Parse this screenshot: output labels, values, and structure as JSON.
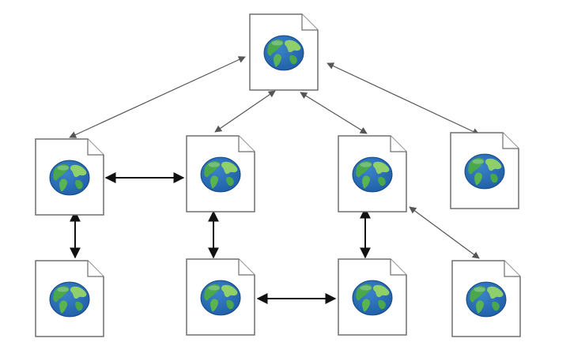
{
  "icons": {
    "page": "web-page-document-icon",
    "globe": "globe-icon"
  },
  "colors": {
    "page_fill": "#ffffff",
    "page_stroke": "#6f6f6f",
    "fold_fill": "#ffffff",
    "ocean": "#1f5fa8",
    "ocean_light": "#3b82c9",
    "land": "#4aa84a",
    "land_light": "#8fd06a",
    "arrow_thin": "#555555",
    "arrow_bold": "#111111"
  },
  "nodes": [
    {
      "id": "root"
    },
    {
      "id": "level1-a"
    },
    {
      "id": "level1-b"
    },
    {
      "id": "level1-c"
    },
    {
      "id": "level1-d"
    },
    {
      "id": "level2-a"
    },
    {
      "id": "level2-b"
    },
    {
      "id": "level2-c"
    },
    {
      "id": "level2-d"
    }
  ],
  "links": [
    {
      "from": "root",
      "to": "level1-a",
      "direction": "both",
      "weight": "thin"
    },
    {
      "from": "root",
      "to": "level1-b",
      "direction": "both",
      "weight": "thin"
    },
    {
      "from": "root",
      "to": "level1-c",
      "direction": "both",
      "weight": "thin"
    },
    {
      "from": "root",
      "to": "level1-d",
      "direction": "both",
      "weight": "thin"
    },
    {
      "from": "level1-a",
      "to": "level1-b",
      "direction": "both",
      "weight": "bold"
    },
    {
      "from": "level1-a",
      "to": "level2-a",
      "direction": "both",
      "weight": "bold"
    },
    {
      "from": "level1-b",
      "to": "level2-b",
      "direction": "both",
      "weight": "bold"
    },
    {
      "from": "level1-c",
      "to": "level2-c",
      "direction": "both",
      "weight": "bold"
    },
    {
      "from": "level1-c",
      "to": "level2-d",
      "direction": "both",
      "weight": "thin"
    },
    {
      "from": "level2-b",
      "to": "level2-c",
      "direction": "both",
      "weight": "bold"
    }
  ]
}
